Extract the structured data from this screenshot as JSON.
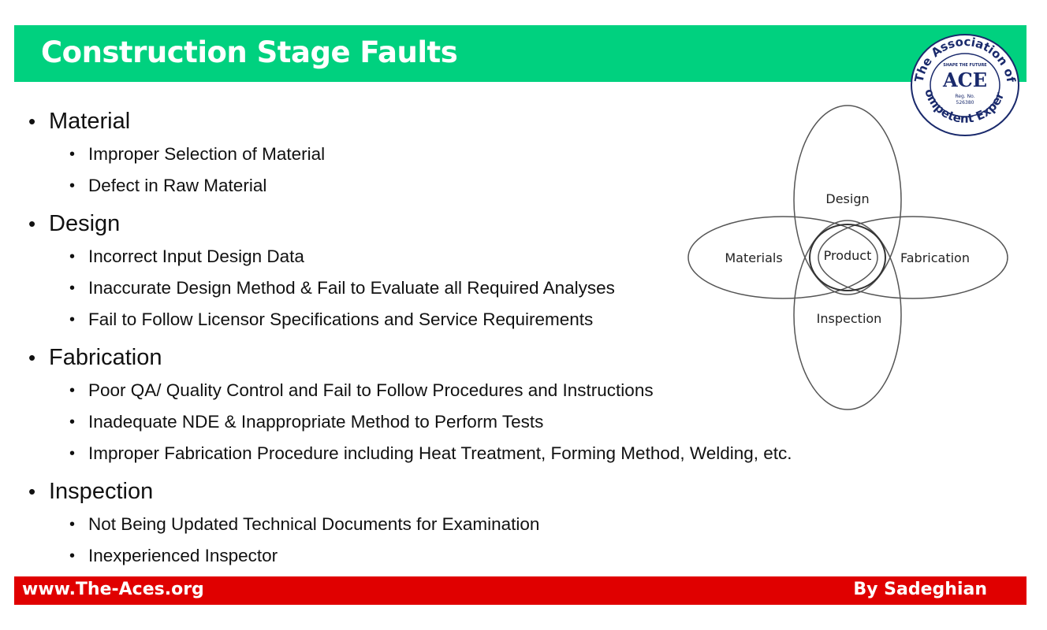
{
  "header": {
    "title": "Construction Stage Faults"
  },
  "logo": {
    "top_text": "The Association of",
    "motto": "SHAPE THE FUTURE",
    "mark": "ACE",
    "reg": "Reg. No.",
    "reg_no": "526380",
    "bottom_text": "Competent Experts"
  },
  "sections": [
    {
      "title": "Material",
      "items": [
        "Improper Selection of Material",
        "Defect in Raw Material"
      ]
    },
    {
      "title": "Design",
      "items": [
        "Incorrect Input Design Data",
        "Inaccurate Design Method & Fail to Evaluate all Required Analyses",
        "Fail to Follow Licensor Specifications and Service Requirements"
      ]
    },
    {
      "title": "Fabrication",
      "items": [
        "Poor QA/ Quality Control and Fail to Follow Procedures and Instructions",
        "Inadequate NDE & Inappropriate Method to Perform Tests",
        "Improper Fabrication Procedure including Heat Treatment, Forming Method, Welding, etc."
      ]
    },
    {
      "title": "Inspection",
      "items": [
        "Not Being Updated Technical Documents for Examination",
        "Inexperienced Inspector"
      ]
    }
  ],
  "venn": {
    "top": "Design",
    "left": "Materials",
    "center": "Product",
    "right": "Fabrication",
    "bottom": "Inspection"
  },
  "footer": {
    "website": "www.The-Aces.org",
    "author": "By Sadeghian"
  },
  "colors": {
    "title_bar": "#00d17f",
    "footer_bar": "#e00000",
    "logo_navy": "#1a2a6c"
  }
}
